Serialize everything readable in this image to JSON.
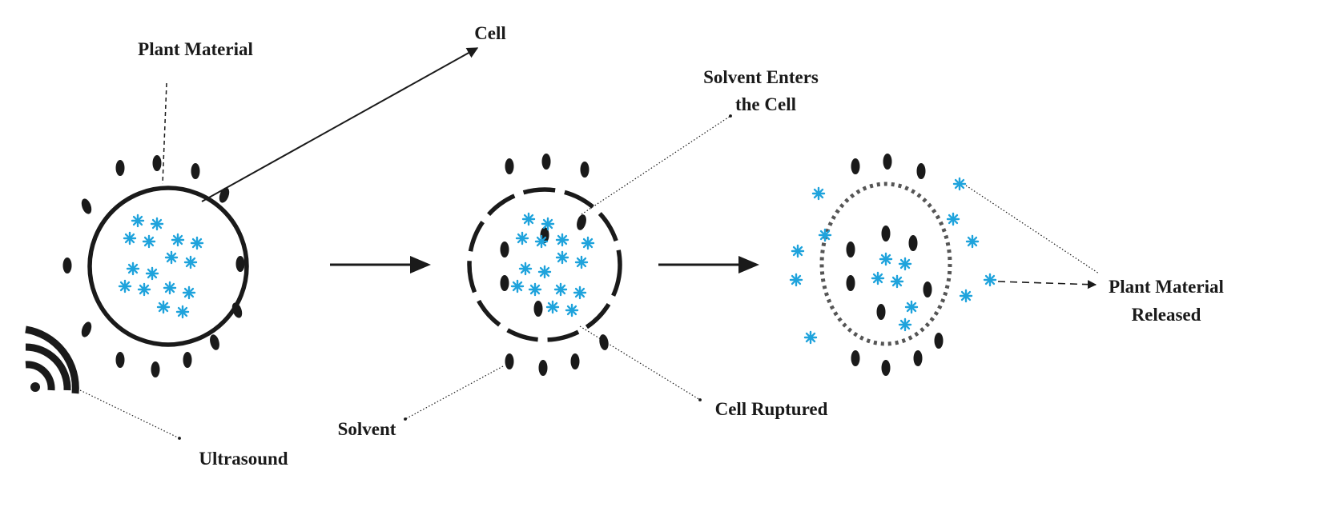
{
  "labels": {
    "plant_material": "Plant Material",
    "cell": "Cell",
    "solvent_enters_line1": "Solvent Enters",
    "solvent_enters_line2": "the Cell",
    "plant_released_line1": "Plant Material",
    "plant_released_line2": "Released",
    "cell_ruptured": "Cell Ruptured",
    "solvent": "Solvent",
    "ultrasound": "Ultrasound"
  },
  "colors": {
    "ink": "#1a1a1a",
    "particle": "#1fa3dc",
    "background": "#ffffff"
  },
  "icons": {
    "ultrasound": "ultrasound-waves-icon",
    "particle": "asterisk-particle-icon",
    "solvent": "solvent-drop-icon"
  },
  "stages": [
    "intact-cell",
    "ruptured-cell",
    "released-material"
  ]
}
